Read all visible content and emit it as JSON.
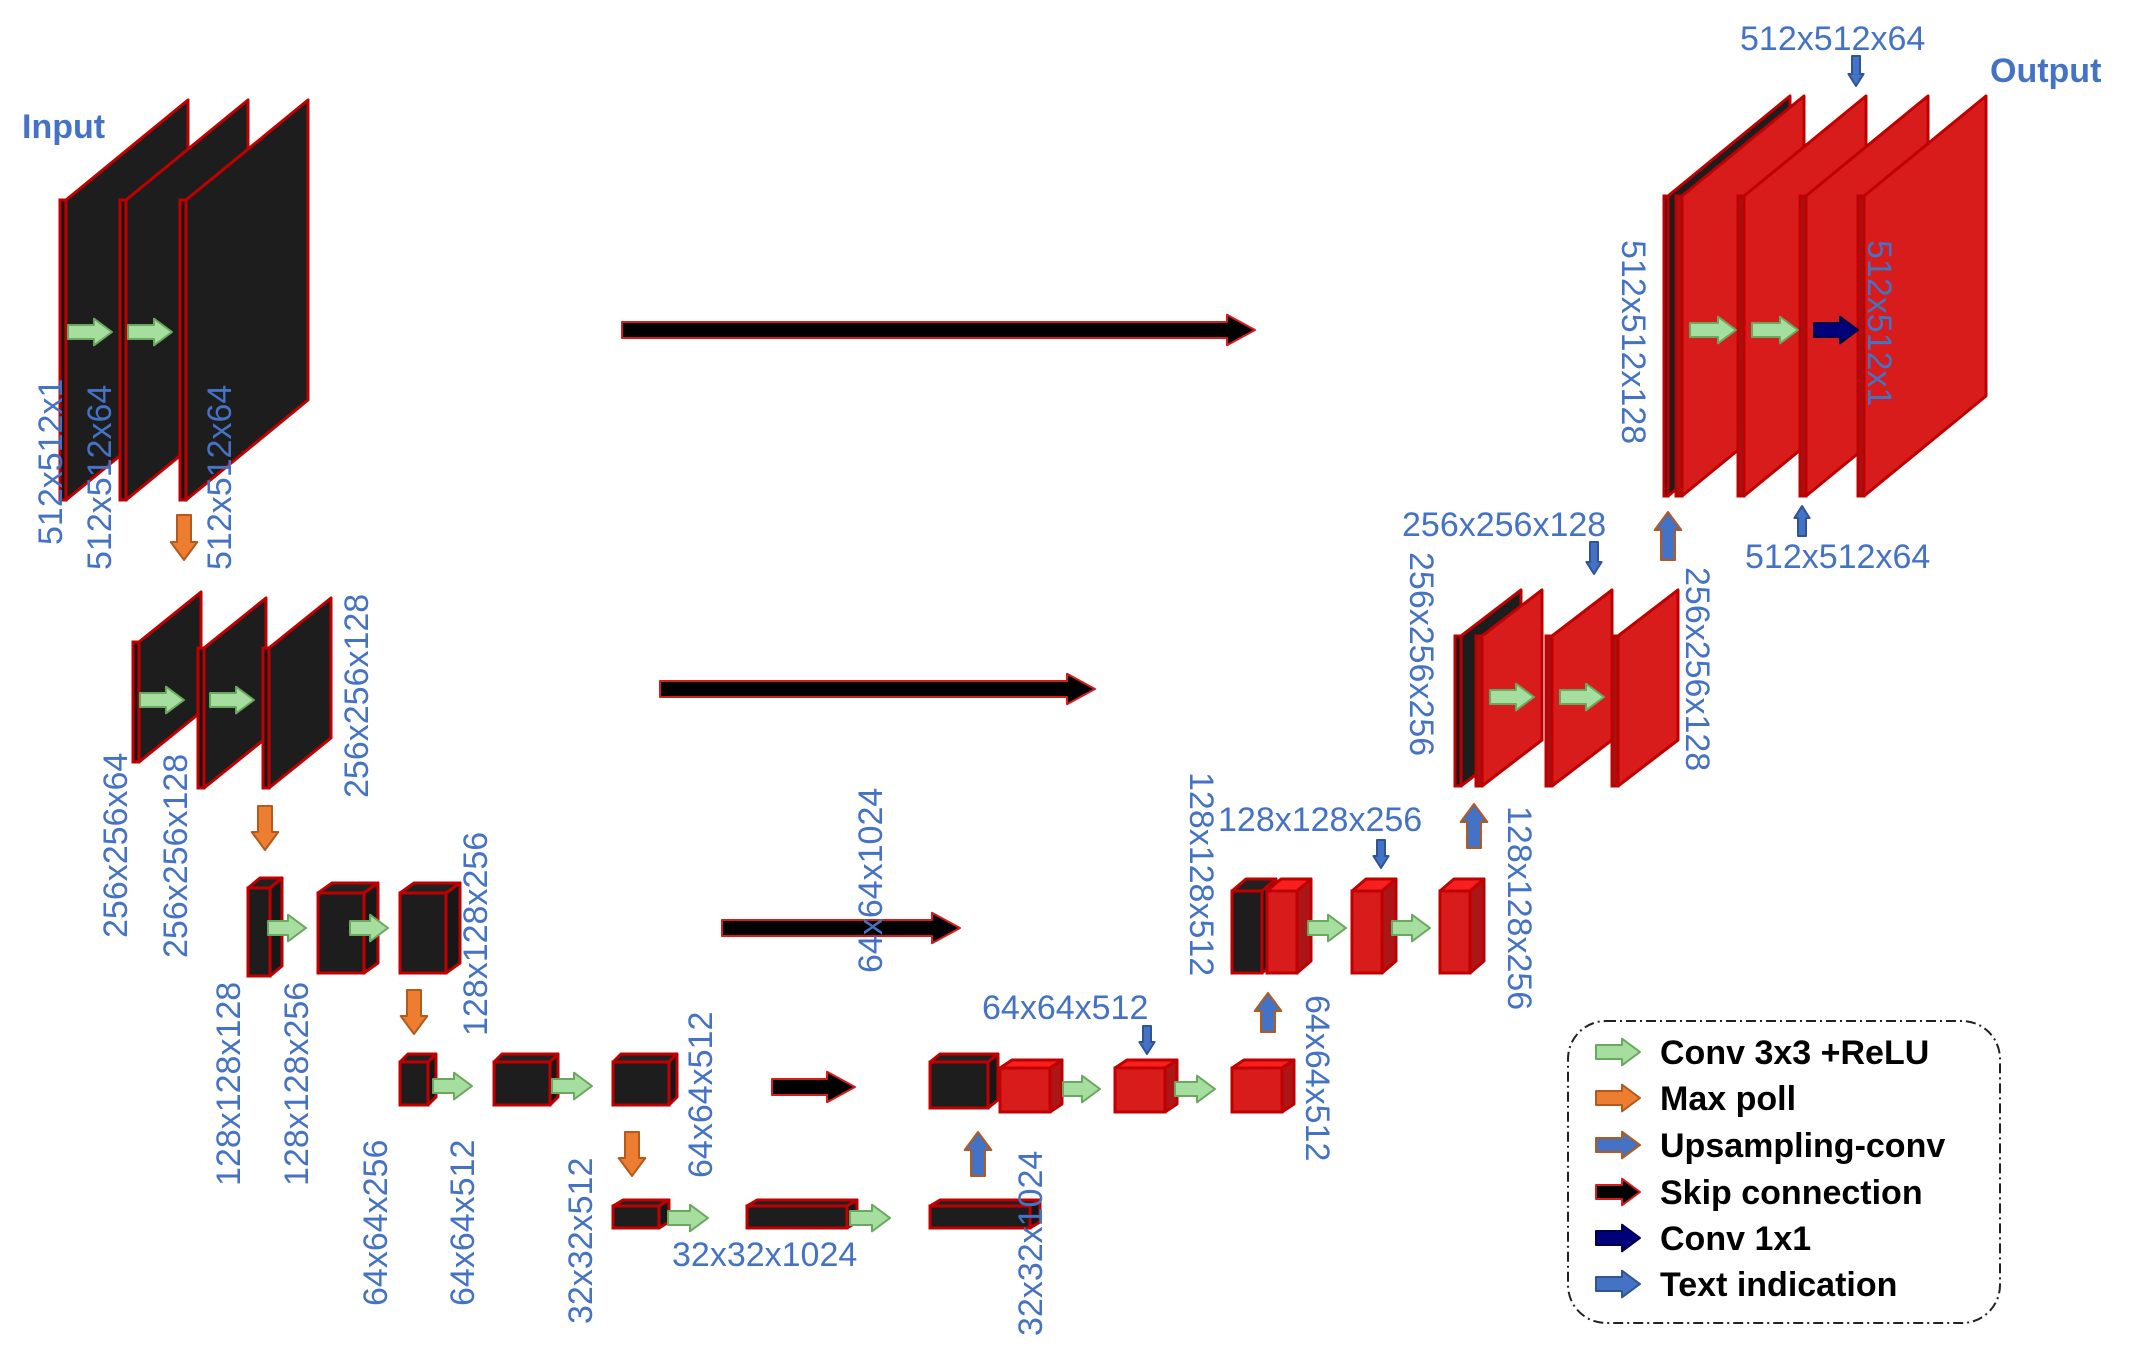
{
  "titles": {
    "input": "Input",
    "output": "Output"
  },
  "colors": {
    "encoder_fill": "#1d1d1d",
    "decoder_fill": "#d81b1b",
    "conv3x3_arrow": "#a6dea0",
    "maxpool_arrow": "#ed7d31",
    "upsampling_arrow": "#4472C4",
    "skip_arrow": "#000000",
    "conv1x1_arrow": "#00007a",
    "text_indication_arrow": "#4472C4",
    "label_text": "#4472C4"
  },
  "labels": {
    "l0a": "512x512x1",
    "l0b": "512x512x64",
    "l0c": "512x512x64",
    "l1a": "256x256x64",
    "l1b": "256x256x128",
    "l1c": "256x256x128",
    "l2a": "128x128x128",
    "l2b": "128x128x256",
    "l2c": "128x128x256",
    "l3a": "64x64x256",
    "l3b": "64x64x512",
    "l3c": "64x64x512",
    "l4a": "32x32x512",
    "l4b": "32x32x1024",
    "l4c": "32x32x1024",
    "d3up": "64x64x1024",
    "d3top": "64x64x512",
    "d3right": "64x64x512",
    "d2left": "128x128x512",
    "d2top": "128x128x256",
    "d2right": "128x128x256",
    "d1left": "256x256x256",
    "d1top": "256x256x128",
    "d1right": "256x256x128",
    "d0left": "512x512x128",
    "d0top": "512x512x64",
    "d0bottom": "512x512x64",
    "d0out": "512x512x1"
  },
  "legend": {
    "items": [
      {
        "label": "Conv 3x3 +ReLU",
        "icon": "conv3x3-arrow-icon"
      },
      {
        "label": "Max poll",
        "icon": "maxpool-arrow-icon"
      },
      {
        "label": "Upsampling-conv",
        "icon": "upsampling-arrow-icon"
      },
      {
        "label": "Skip connection",
        "icon": "skip-arrow-icon"
      },
      {
        "label": "Conv 1x1",
        "icon": "conv1x1-arrow-icon"
      },
      {
        "label": "Text indication",
        "icon": "text-indication-arrow-icon"
      }
    ]
  }
}
